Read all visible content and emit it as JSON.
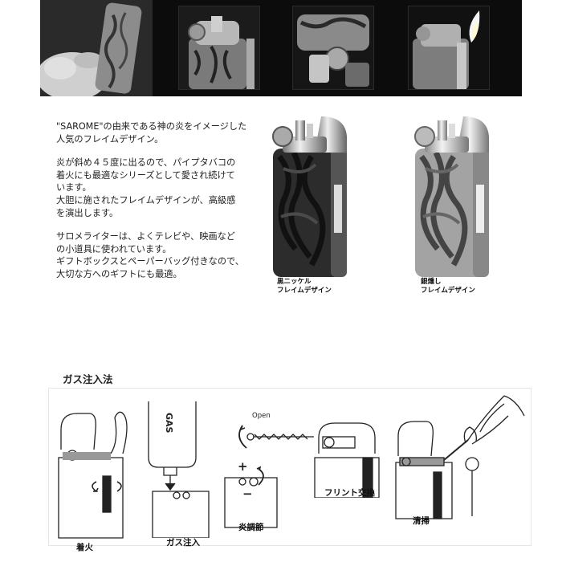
{
  "description": {
    "paragraphs": [
      [
        "\"SAROME\"の由来である神の炎をイメージした",
        "人気のフレイムデザイン。"
      ],
      [
        "炎が斜め４５度に出るので、パイプタバコの",
        "着火にも最適なシリーズとして愛され続けて",
        "います。",
        "大胆に施されたフレイムデザインが、高級感",
        "を演出します。"
      ],
      [
        "サロメライターは、よくテレビや、映画など",
        "の小道具に使われています。",
        "ギフトボックスとペーパーバッグ付きなので、",
        "大切な方へのギフトにも最適。"
      ]
    ]
  },
  "products": [
    {
      "caption_line1": "黒ニッケル",
      "caption_line2": "フレイムデザイン",
      "finish": "#2c2c2c"
    },
    {
      "caption_line1": "銀燻し",
      "caption_line2": "フレイムデザイン",
      "finish": "#9a9a9a"
    }
  ],
  "gas_section": {
    "title": "ガス注入法",
    "steps": {
      "ignite": "着火",
      "gas_fill": "ガス注入",
      "flame_adjust": "炎調節",
      "flint": "フリント交換",
      "clean": "清掃"
    },
    "can_label": "GAS",
    "open_label": "Open",
    "plus": "+",
    "minus": "−"
  }
}
